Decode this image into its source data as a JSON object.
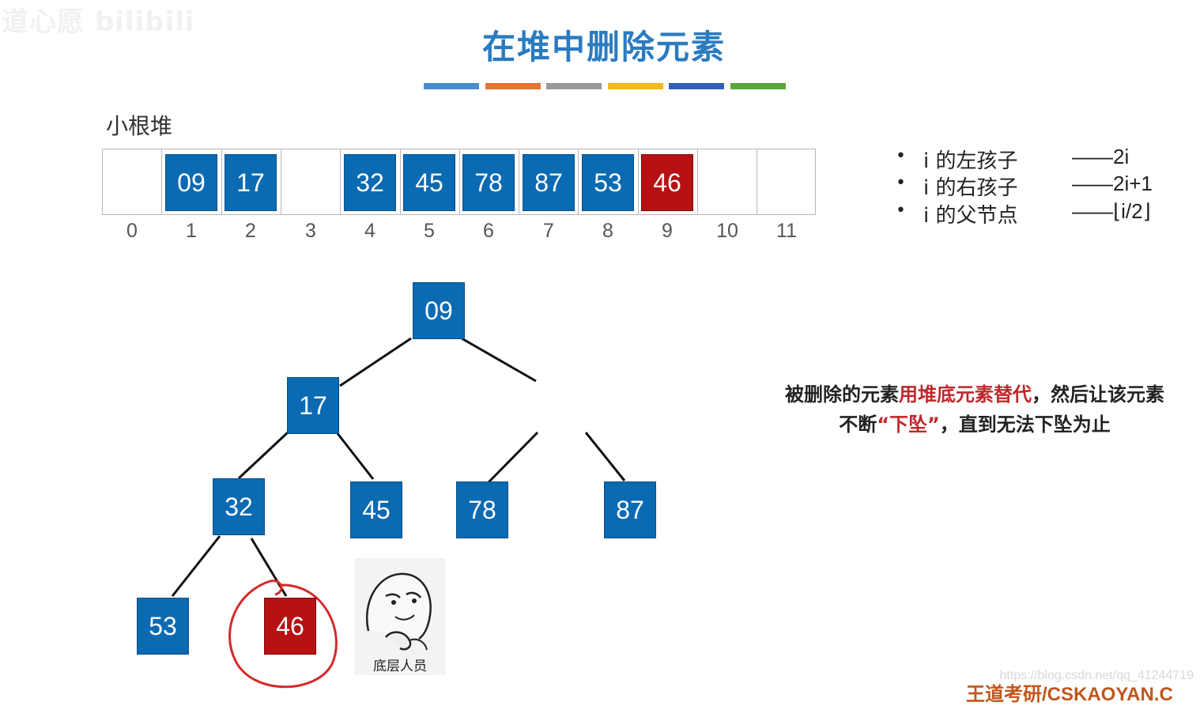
{
  "watermark": "道心愿 bilibili",
  "title": "在堆中删除元素",
  "color_bars": [
    "#4a8ad0",
    "#e8742c",
    "#9a9a9a",
    "#f2b81a",
    "#3260b8",
    "#5aa63a"
  ],
  "heap_label": "小根堆",
  "array": {
    "cells": [
      "",
      "09",
      "17",
      "",
      "32",
      "45",
      "78",
      "87",
      "53",
      "46",
      "",
      ""
    ],
    "indices": [
      "0",
      "1",
      "2",
      "3",
      "4",
      "5",
      "6",
      "7",
      "8",
      "9",
      "10",
      "11"
    ],
    "highlighted_index": 9
  },
  "rules": [
    {
      "label": "i 的左孩子",
      "value": "——2i"
    },
    {
      "label": "i 的右孩子",
      "value": "——2i+1"
    },
    {
      "label": "i 的父节点",
      "value": "——⌊i/2⌋"
    }
  ],
  "tree_nodes": [
    {
      "id": "n1",
      "label": "09",
      "color": "#0a6ab2"
    },
    {
      "id": "n2",
      "label": "17",
      "color": "#0a6ab2"
    },
    {
      "id": "n4",
      "label": "32",
      "color": "#0a6ab2"
    },
    {
      "id": "n5",
      "label": "45",
      "color": "#0a6ab2"
    },
    {
      "id": "n6",
      "label": "78",
      "color": "#0a6ab2"
    },
    {
      "id": "n7",
      "label": "87",
      "color": "#0a6ab2"
    },
    {
      "id": "n8",
      "label": "53",
      "color": "#0a6ab2"
    },
    {
      "id": "n9",
      "label": "46",
      "color": "#b71114"
    }
  ],
  "note": {
    "part1": "被删除的元素",
    "highlight1": "用堆底元素替代",
    "part2": "，然后让该元素不断",
    "highlight2": "“下坠”",
    "part3": "，直到无法下坠为止"
  },
  "meme_caption": "底层人员",
  "csdn_watermark": "https://blog.csdn.net/qq_41244719",
  "footer": "王道考研/CSKAOYAN.C",
  "colors": {
    "node_blue": "#0a6ab2",
    "node_red": "#b71114",
    "title_blue": "#2b7bc0",
    "highlight_red": "#c0282b",
    "circle_red": "#d42a2a"
  }
}
